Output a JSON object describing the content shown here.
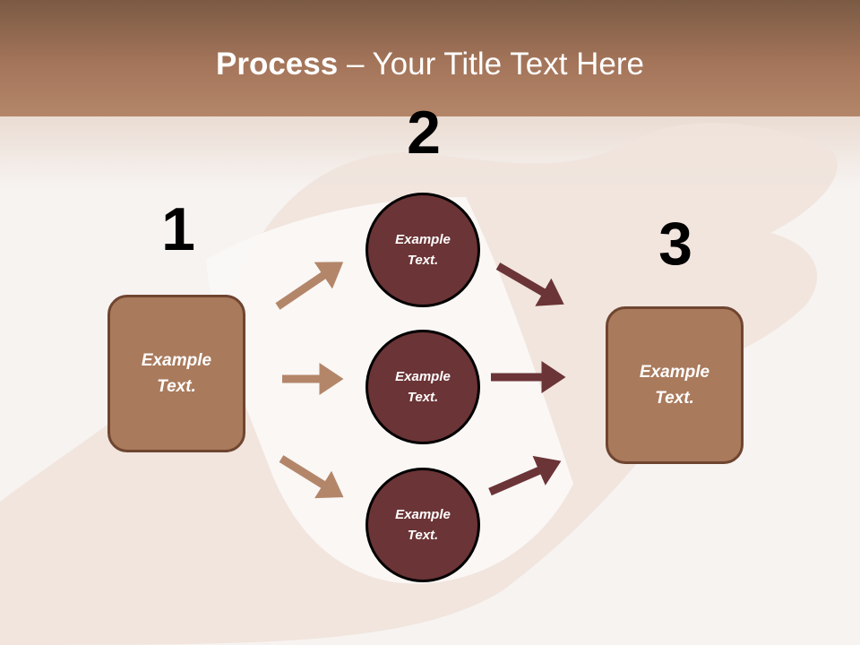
{
  "title": {
    "bold": "Process",
    "rest": " – Your Title Text Here"
  },
  "numbers": [
    "1",
    "2",
    "3"
  ],
  "step1": {
    "line1": "Example",
    "line2": "Text."
  },
  "step2": [
    {
      "line1": "Example",
      "line2": "Text."
    },
    {
      "line1": "Example",
      "line2": "Text."
    },
    {
      "line1": "Example",
      "line2": "Text."
    }
  ],
  "step3": {
    "line1": "Example",
    "line2": "Text."
  },
  "colors": {
    "header": "#8f5f40",
    "box": "#a97a5c",
    "circle": "#6b3436",
    "arrow_in": "#b3866a",
    "arrow_out": "#6b3436"
  }
}
